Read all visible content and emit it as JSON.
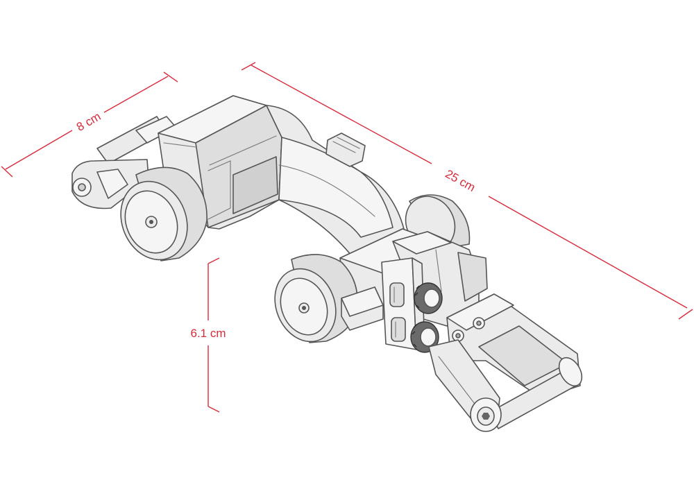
{
  "dimensions": {
    "width_label": "8 cm",
    "length_label": "25 cm",
    "height_label": "6.1 cm"
  },
  "colors": {
    "dimension": "#d92a3a",
    "outline": "#555555",
    "fill": "#ebebeb"
  }
}
